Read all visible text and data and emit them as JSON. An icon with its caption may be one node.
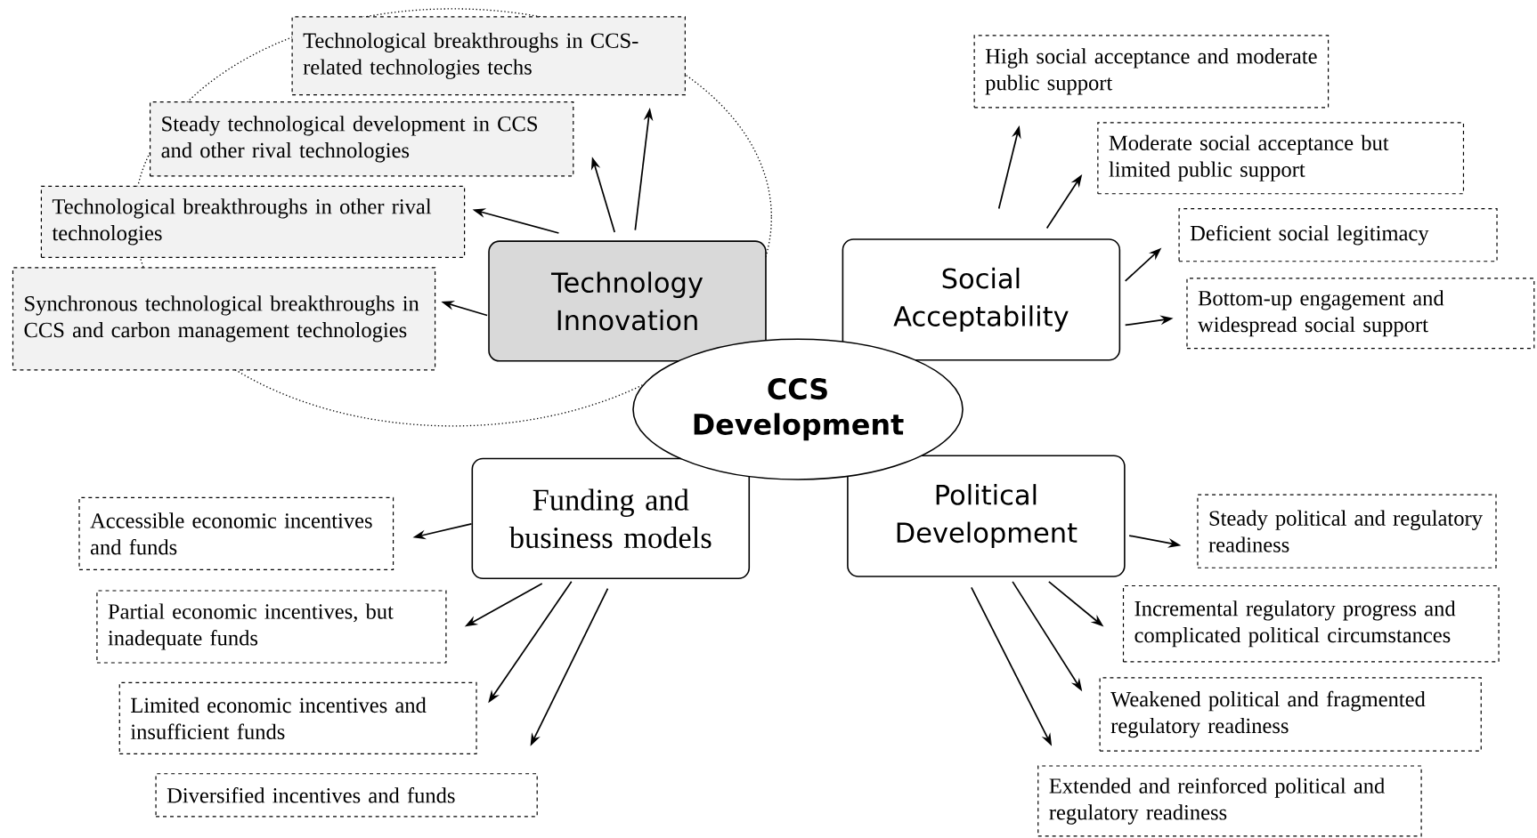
{
  "diagram": {
    "nodes": [
      {
        "text": [
          "CCS Development"
        ]
      },
      {
        "text": [
          "Technology Innovation"
        ]
      },
      {
        "text": [
          "Social Acceptability"
        ]
      },
      {
        "text": [
          "Funding and business models"
        ]
      },
      {
        "text": [
          "Political Development"
        ]
      },
      {
        "text": [
          "Technological breakthroughs in CCS-related technologies techs"
        ]
      },
      {
        "text": [
          "Steady technological development in CCS and other rival technologies"
        ]
      },
      {
        "text": [
          "Technological breakthroughs in other rival technologies"
        ]
      },
      {
        "text": [
          "Synchronous technological breakthroughs in CCS and carbon management technologies"
        ]
      },
      {
        "text": [
          "High social acceptance and moderate public support"
        ]
      },
      {
        "text": [
          "Moderate social acceptance but limited public support"
        ]
      },
      {
        "text": [
          "Deficient social legitimacy"
        ]
      },
      {
        "text": [
          "Bottom-up engagement and widespread social support"
        ]
      },
      {
        "text": [
          "Accessible economic incentives and funds"
        ]
      },
      {
        "text": [
          "Partial economic incentives, but inadequate funds"
        ]
      },
      {
        "text": [
          "Limited economic incentives and insufficient funds"
        ]
      },
      {
        "text": [
          "Diversified incentives and funds"
        ]
      },
      {
        "text": [
          "Steady political and regulatory readiness"
        ]
      },
      {
        "text": [
          "Incremental regulatory progress and complicated political circumstances"
        ]
      },
      {
        "text": [
          "Weakened political and fragmented regulatory readiness"
        ]
      },
      {
        "text": [
          "Extended and reinforced political and regulatory readiness"
        ]
      }
    ],
    "edges": [
      {
        "from": 1,
        "to": 5,
        "arrow": "to"
      },
      {
        "from": 1,
        "to": 6,
        "arrow": "to"
      },
      {
        "from": 1,
        "to": 7,
        "arrow": "to"
      },
      {
        "from": 1,
        "to": 8,
        "arrow": "to"
      },
      {
        "from": 2,
        "to": 9,
        "arrow": "to"
      },
      {
        "from": 2,
        "to": 10,
        "arrow": "to"
      },
      {
        "from": 2,
        "to": 11,
        "arrow": "to"
      },
      {
        "from": 2,
        "to": 12,
        "arrow": "to"
      },
      {
        "from": 3,
        "to": 13,
        "arrow": "to"
      },
      {
        "from": 3,
        "to": 14,
        "arrow": "to"
      },
      {
        "from": 3,
        "to": 15,
        "arrow": "to"
      },
      {
        "from": 3,
        "to": 16,
        "arrow": "to"
      },
      {
        "from": 4,
        "to": 17,
        "arrow": "to"
      },
      {
        "from": 4,
        "to": 18,
        "arrow": "to"
      },
      {
        "from": 4,
        "to": 19,
        "arrow": "to"
      },
      {
        "from": 4,
        "to": 20,
        "arrow": "to"
      }
    ]
  }
}
